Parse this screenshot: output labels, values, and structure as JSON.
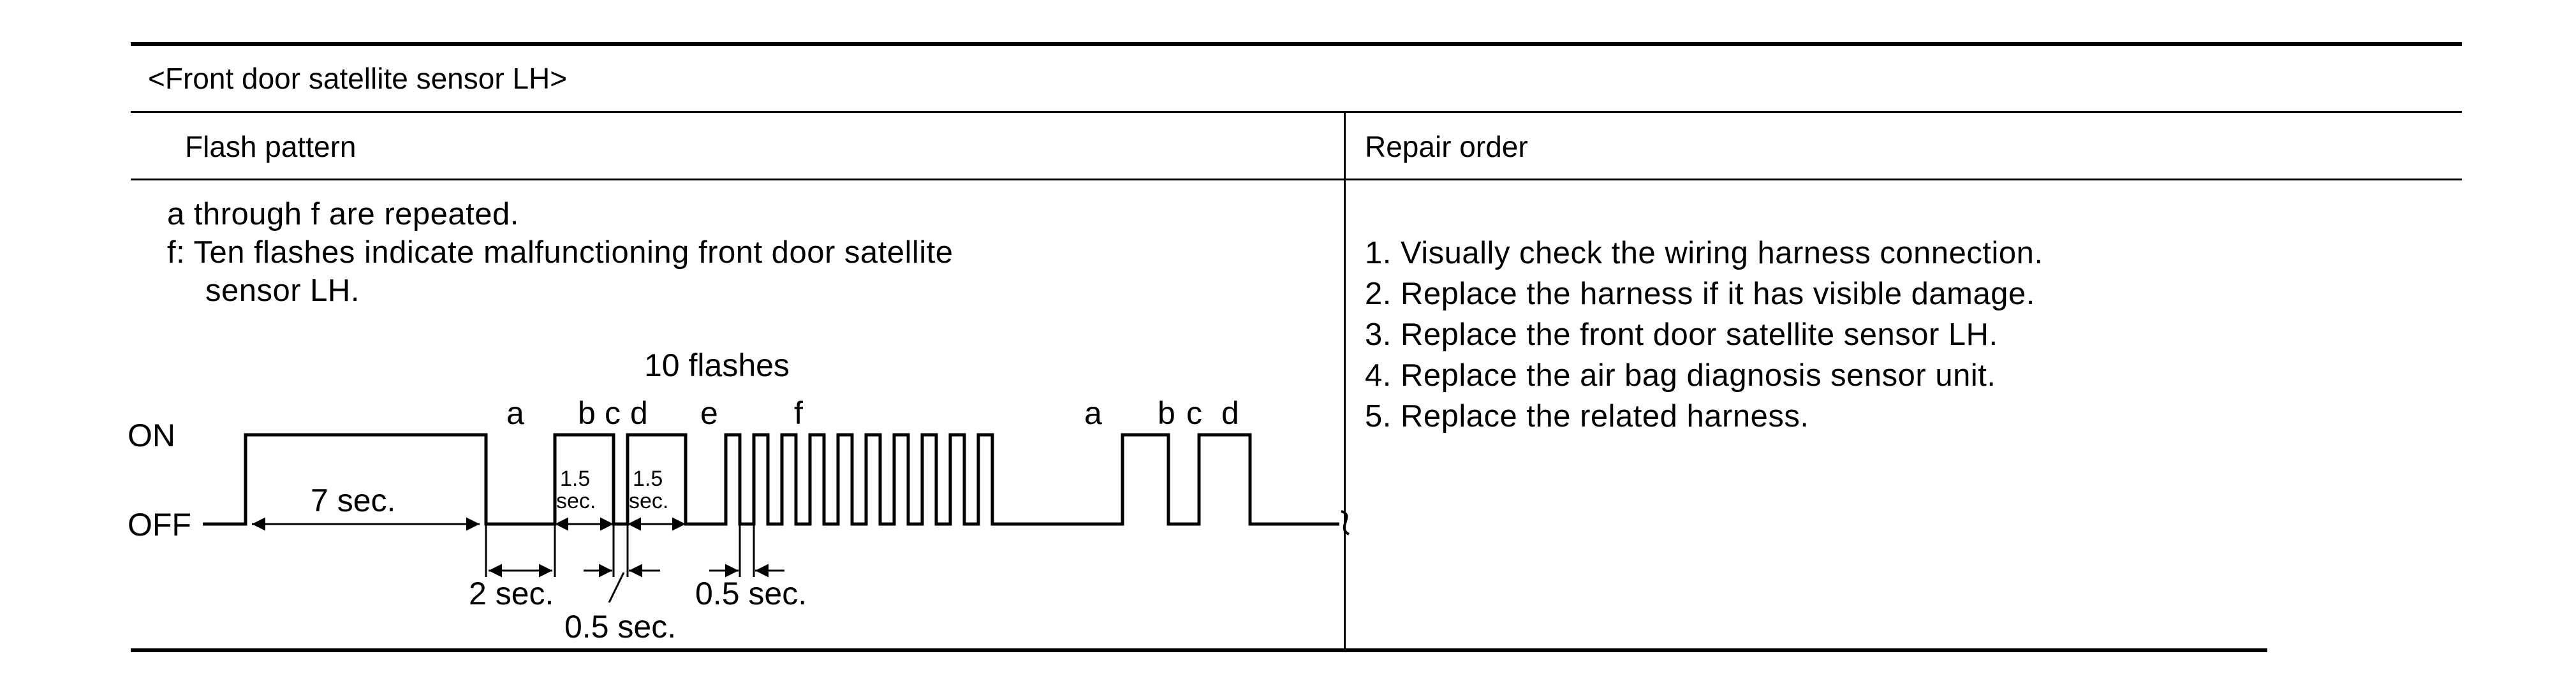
{
  "table": {
    "title": "<Front door satellite sensor LH>",
    "col_flash_header": "Flash pattern",
    "col_repair_header": "Repair order"
  },
  "flash": {
    "line1": "a through f are repeated.",
    "line2": "f: Ten flashes  indicate malfunctioning front door satellite",
    "line3": "sensor LH."
  },
  "diagram": {
    "on_label": "ON",
    "off_label": "OFF",
    "flashes_label": "10 flashes",
    "segment_labels": [
      "a",
      "b",
      "c",
      "d",
      "e",
      "f",
      "a",
      "b",
      "c",
      "d"
    ],
    "seven_sec": "7 sec.",
    "box_b": [
      "1.5",
      "sec."
    ],
    "box_d": [
      "1.5",
      "sec."
    ],
    "two_sec": "2 sec.",
    "half_sec_left": "0.5 sec.",
    "half_sec_right": "0.5 sec.",
    "flash_count": 10
  },
  "repair": {
    "items": [
      "1. Visually check the wiring harness connection.",
      "2. Replace the harness if it has visible damage.",
      "3. Replace the  front door satellite sensor LH.",
      "4. Replace the air bag diagnosis sensor unit.",
      "5. Replace the related harness."
    ]
  }
}
